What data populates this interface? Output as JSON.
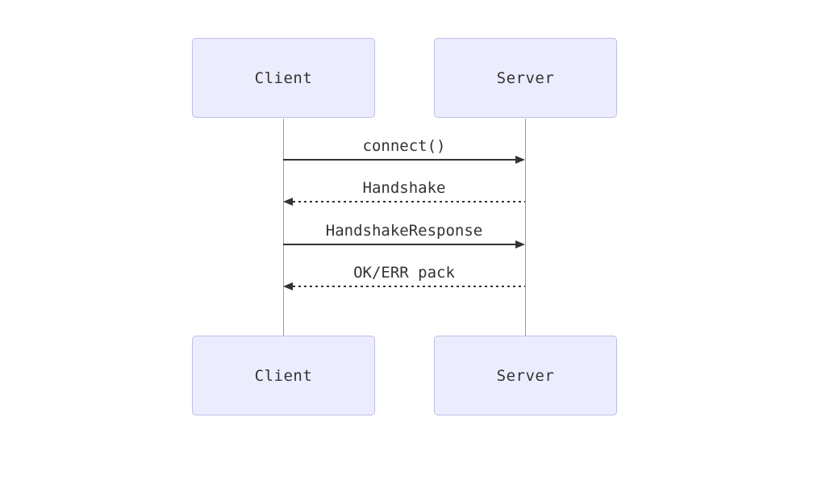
{
  "diagram": {
    "type": "sequence-diagram",
    "actors": [
      {
        "id": "client",
        "label": "Client"
      },
      {
        "id": "server",
        "label": "Server"
      }
    ],
    "messages": [
      {
        "from": "client",
        "to": "server",
        "label": "connect()",
        "line": "solid",
        "direction": "right"
      },
      {
        "from": "server",
        "to": "client",
        "label": "Handshake",
        "line": "dashed",
        "direction": "left"
      },
      {
        "from": "client",
        "to": "server",
        "label": "HandshakeResponse",
        "line": "solid",
        "direction": "right"
      },
      {
        "from": "server",
        "to": "client",
        "label": "OK/ERR pack",
        "line": "dashed",
        "direction": "left"
      }
    ],
    "colors": {
      "actor_fill": "#ECECFF",
      "actor_border": "#BFBFE8",
      "lifeline": "#999999",
      "message_line": "#333333",
      "text": "#333333",
      "background": "#FFFFFF"
    }
  }
}
